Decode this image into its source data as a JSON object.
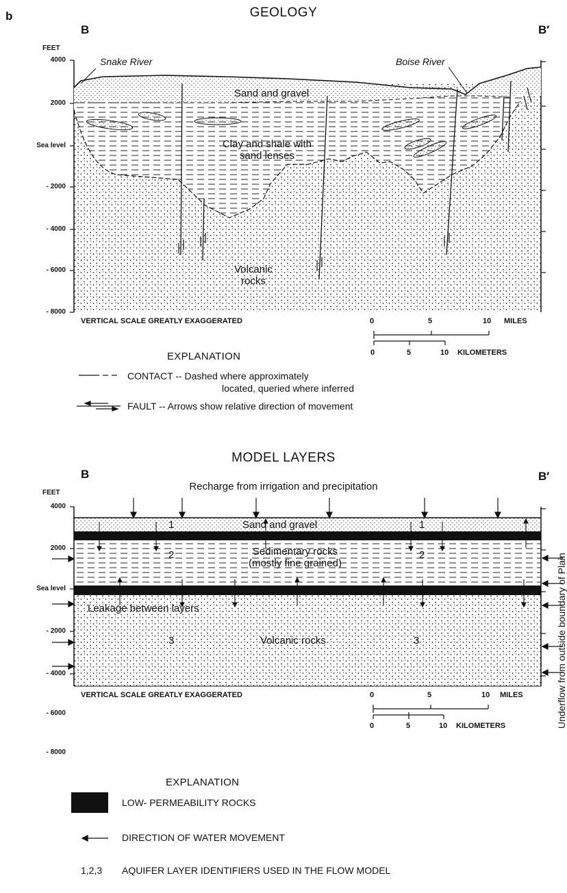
{
  "panel_letter": "b",
  "geology": {
    "title": "GEOLOGY",
    "left_end": "B",
    "right_end": "B′",
    "axis_unit": "FEET",
    "y_ticks": [
      "4000",
      "2000",
      "Sea level",
      "- 2000",
      "- 4000",
      "- 6000",
      "- 8000"
    ],
    "river_left": "Snake River",
    "river_right": "Boise River",
    "unit_sand": "Sand and gravel",
    "unit_clay_1": "Clay and shale with",
    "unit_clay_2": "sand lenses",
    "unit_volcanic_1": "Volcanic",
    "unit_volcanic_2": "rocks",
    "scale_note": "VERTICAL SCALE GREATLY EXAGGERATED",
    "miles_ticks": [
      "0",
      "5",
      "10"
    ],
    "miles_label": "MILES",
    "km_ticks": [
      "0",
      "5",
      "10"
    ],
    "km_label": "KILOMETERS",
    "explanation_title": "EXPLANATION",
    "contact_text_1": "CONTACT -- Dashed where approximately",
    "contact_text_2": "located, queried where inferred",
    "fault_text": "FAULT -- Arrows show relative direction of movement"
  },
  "model": {
    "title": "MODEL LAYERS",
    "left_end": "B",
    "right_end": "B′",
    "axis_unit": "FEET",
    "y_ticks": [
      "4000",
      "2000",
      "Sea level",
      "- 2000",
      "- 4000",
      "- 6000",
      "- 8000"
    ],
    "recharge": "Recharge from irrigation and precipitation",
    "layer1_label": "Sand and gravel",
    "layer1_id": "1",
    "layer2_label_1": "Sedimentary rocks",
    "layer2_label_2": "(mostly fine grained)",
    "layer2_id": "2",
    "leakage": "Leakage between layers",
    "layer3_label": "Volcanic rocks",
    "layer3_id": "3",
    "underflow": "Underflow from outside boundary of Plain",
    "scale_note": "VERTICAL SCALE GREATLY EXAGGERATED",
    "miles_ticks": [
      "0",
      "5",
      "10"
    ],
    "miles_label": "MILES",
    "km_ticks": [
      "0",
      "5",
      "10"
    ],
    "km_label": "KILOMETERS",
    "explanation_title": "EXPLANATION",
    "lowperm_text": "LOW- PERMEABILITY ROCKS",
    "direction_text": "DIRECTION OF WATER MOVEMENT",
    "identifier_key": "1,2,3",
    "identifier_text": "AQUIFER LAYER IDENTIFIERS USED IN THE FLOW MODEL"
  }
}
